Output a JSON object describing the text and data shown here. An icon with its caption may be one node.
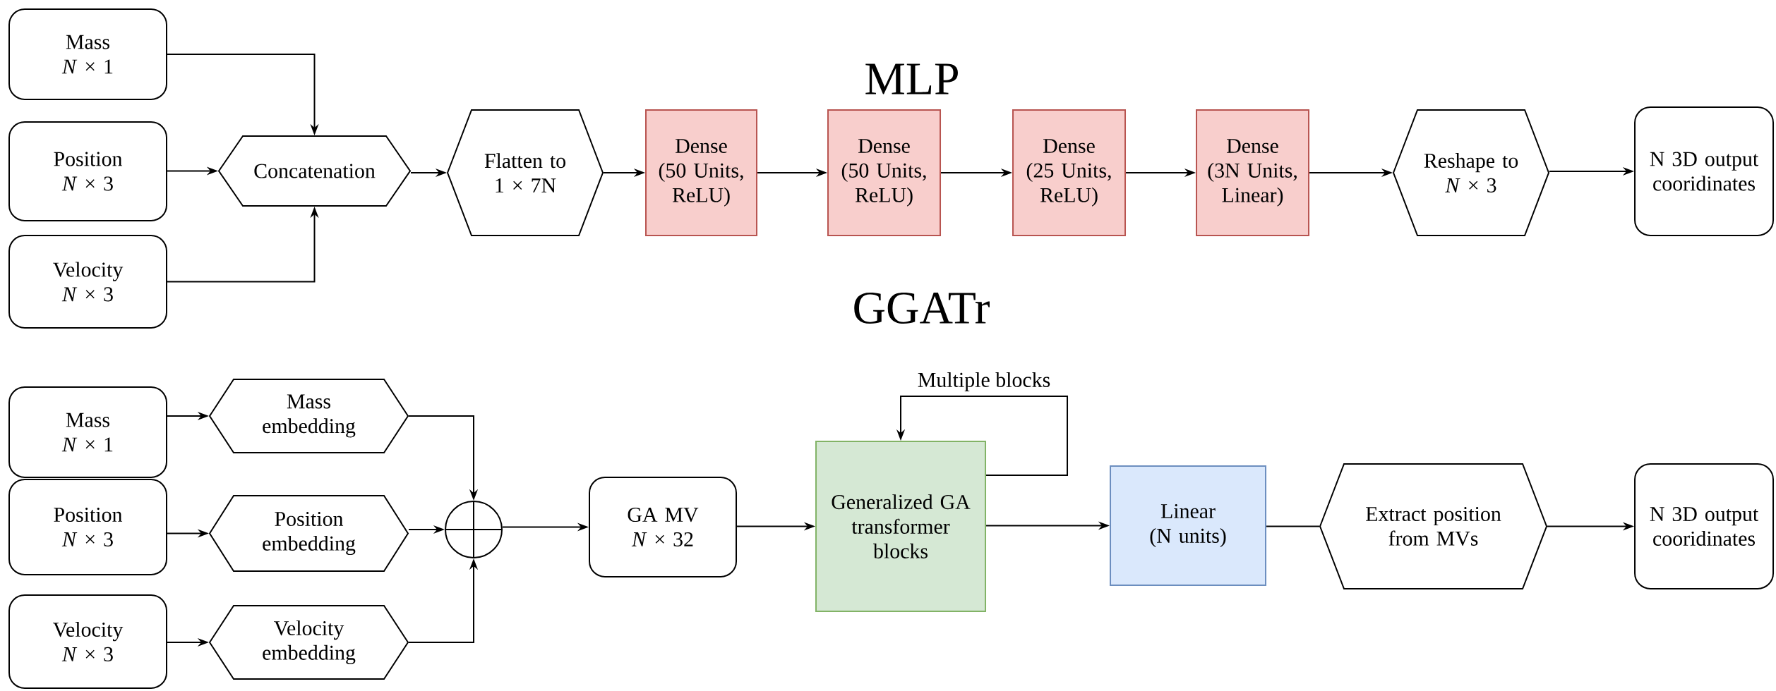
{
  "diagram": {
    "nodes": [
      {
        "text": [
          "Mass",
          "*N* × 1"
        ]
      },
      {
        "text": [
          "Position",
          "*N* × 3"
        ]
      },
      {
        "text": [
          "Velocity",
          "*N* × 3"
        ]
      },
      {
        "text": [
          "Concatenation"
        ]
      },
      {
        "text": [
          "Flatten to",
          "1 × 7N"
        ]
      },
      {
        "text": [
          "Dense",
          "(50 Units, ReLU)"
        ]
      },
      {
        "text": [
          "Dense",
          "(50 Units, ReLU)"
        ]
      },
      {
        "text": [
          "Dense",
          "(25 Units, ReLU)"
        ]
      },
      {
        "text": [
          "Dense",
          "(3N Units, Linear)"
        ]
      },
      {
        "text": [
          "Reshape to",
          "*N* × 3"
        ]
      },
      {
        "text": [
          "N 3D output cooridinates"
        ]
      },
      {
        "text": [
          "Mass",
          "*N* × 1"
        ]
      },
      {
        "text": [
          "Position",
          "*N* × 3"
        ]
      },
      {
        "text": [
          "Velocity",
          "*N* × 3"
        ]
      },
      {
        "text": [
          "Mass embedding"
        ]
      },
      {
        "text": [
          "Position embedding"
        ]
      },
      {
        "text": [
          "Velocity embedding"
        ]
      },
      {
        "text": [],
        "shape": "circle"
      },
      {
        "text": [
          "GA MV",
          "*N* × 32"
        ]
      },
      {
        "text": [
          "Generalized GA transformer blocks"
        ]
      },
      {
        "text": [
          "Linear",
          "(N units)"
        ]
      },
      {
        "text": [
          "Extract position from MVs"
        ]
      },
      {
        "text": [
          "N 3D output cooridinates"
        ]
      }
    ],
    "edges": [
      {
        "from": 0,
        "to": 3,
        "arrow": "to"
      },
      {
        "from": 1,
        "to": 3,
        "arrow": "to"
      },
      {
        "from": 2,
        "to": 3,
        "arrow": "to"
      },
      {
        "from": 3,
        "to": 4,
        "arrow": "to"
      },
      {
        "from": 4,
        "to": 5,
        "arrow": "to"
      },
      {
        "from": 5,
        "to": 6,
        "arrow": "to"
      },
      {
        "from": 6,
        "to": 7,
        "arrow": "to"
      },
      {
        "from": 7,
        "to": 8,
        "arrow": "to"
      },
      {
        "from": 8,
        "to": 9,
        "arrow": "to"
      },
      {
        "from": 9,
        "to": 10,
        "arrow": "to"
      },
      {
        "from": 11,
        "to": 14,
        "arrow": "to"
      },
      {
        "from": 12,
        "to": 15,
        "arrow": "to"
      },
      {
        "from": 13,
        "to": 16,
        "arrow": "to"
      },
      {
        "from": 14,
        "to": 17,
        "arrow": "to"
      },
      {
        "from": 15,
        "to": 17,
        "arrow": "to"
      },
      {
        "from": 16,
        "to": 17,
        "arrow": "to"
      },
      {
        "from": 17,
        "to": 18,
        "arrow": "to"
      },
      {
        "from": 18,
        "to": 19,
        "arrow": "to"
      },
      {
        "from": 19,
        "to": 20,
        "arrow": "to"
      },
      {
        "from": 20,
        "to": 21,
        "arrow": "none"
      },
      {
        "from": 21,
        "to": 22,
        "arrow": "to"
      },
      {
        "from": 19,
        "to": 19,
        "arrow": "to",
        "label": "Multiple blocks"
      }
    ],
    "labels": [
      "MLP",
      "GGATr"
    ]
  }
}
